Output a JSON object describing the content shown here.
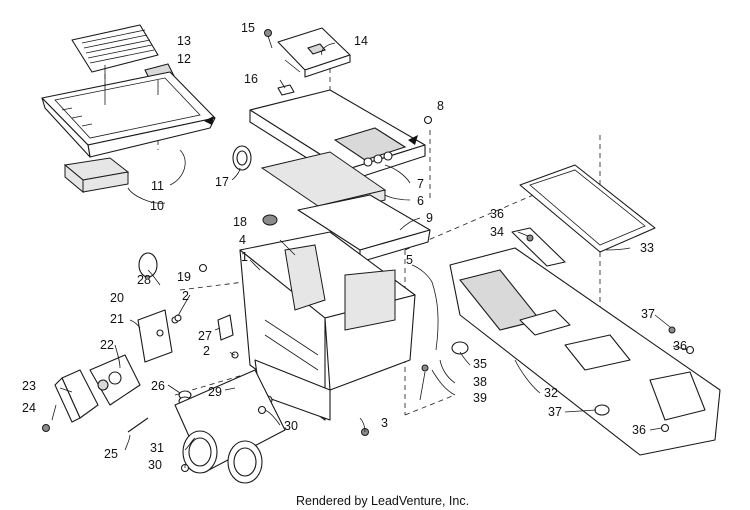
{
  "footer": {
    "credit": "Rendered by LeadVenture, Inc."
  },
  "callouts": [
    "1",
    "2",
    "2",
    "3",
    "4",
    "5",
    "6",
    "7",
    "8",
    "9",
    "10",
    "11",
    "12",
    "13",
    "14",
    "15",
    "16",
    "17",
    "18",
    "19",
    "20",
    "21",
    "22",
    "23",
    "24",
    "25",
    "26",
    "27",
    "28",
    "29",
    "30",
    "30",
    "31",
    "32",
    "33",
    "34",
    "35",
    "36",
    "36",
    "36",
    "37",
    "37",
    "38",
    "39"
  ]
}
